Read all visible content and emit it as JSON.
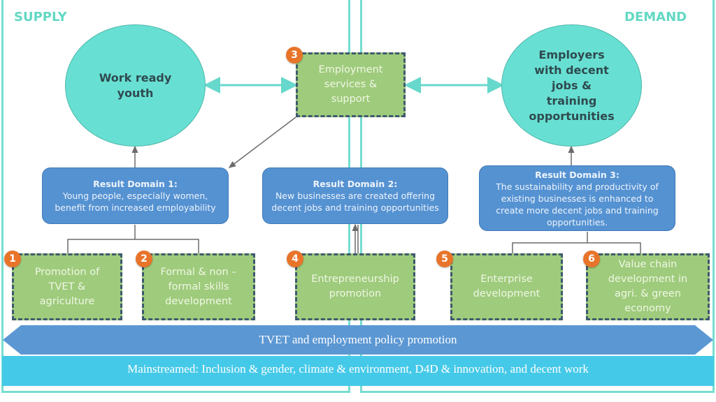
{
  "supply_label": "SUPPLY",
  "demand_label": "DEMAND",
  "outcomes": {
    "supply": "Work ready youth",
    "demand": "Employers with decent jobs & training opportunities"
  },
  "result_domains": [
    {
      "title": "Result Domain 1:",
      "text": "Young people, especially women, benefit from increased employability"
    },
    {
      "title": "Result Domain 2:",
      "text": "New businesses are created offering decent jobs and training opportunities"
    },
    {
      "title": "Result Domain 3:",
      "text": "The sustainability and productivity of existing businesses is enhanced to create more decent jobs and training opportunities."
    }
  ],
  "activities": [
    {
      "number": "1",
      "label": "Promotion of TVET & agriculture"
    },
    {
      "number": "2",
      "label": "Formal & non – formal skills development"
    },
    {
      "number": "3",
      "label": "Employment services & support"
    },
    {
      "number": "4",
      "label": "Entrepreneurship promotion"
    },
    {
      "number": "5",
      "label": "Enterprise development"
    },
    {
      "number": "6",
      "label": "Value chain development in agri. & green economy"
    }
  ],
  "policy_bar": "TVET and employment policy promotion",
  "mainstream_bar": "Mainstreamed: Inclusion & gender, climate & environment, D4D & innovation, and decent work",
  "colors": {
    "teal": "#67e0d3",
    "green": "#9fcb7c",
    "blue": "#5592d2",
    "orange": "#e8742a",
    "cyan": "#45c9e8"
  }
}
